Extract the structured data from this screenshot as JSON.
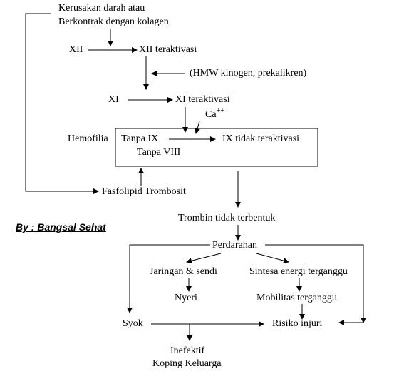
{
  "nodes": {
    "kerusakan_line1": "Kerusakan darah atau",
    "kerusakan_line2": "Berkontrak dengan kolagen",
    "xii": "XII",
    "xii_aktif": "XII teraktivasi",
    "hmw": "(HMW kinogen, prekalikren)",
    "xi": "XI",
    "xi_aktif": "XI teraktivasi",
    "ca": "Ca",
    "ca_sup": "++",
    "hemofilia": "Hemofilia",
    "tanpa_ix": "Tanpa IX",
    "tanpa_viii": "Tanpa VIII",
    "ix_tidak": "IX tidak teraktivasi",
    "fasfolipid": "Fasfolipid Trombosit",
    "trombin": "Trombin tidak terbentuk",
    "perdarahan": "Perdarahan",
    "jaringan": "Jaringan & sendi",
    "sintesa": "Sintesa energi terganggu",
    "nyeri": "Nyeri",
    "mobilitas": "Mobilitas terganggu",
    "syok": "Syok",
    "risiko": "Risiko injuri",
    "inefektif": "Inefektif",
    "koping": "Koping Keluarga"
  },
  "credit": "By : Bangsal Sehat"
}
